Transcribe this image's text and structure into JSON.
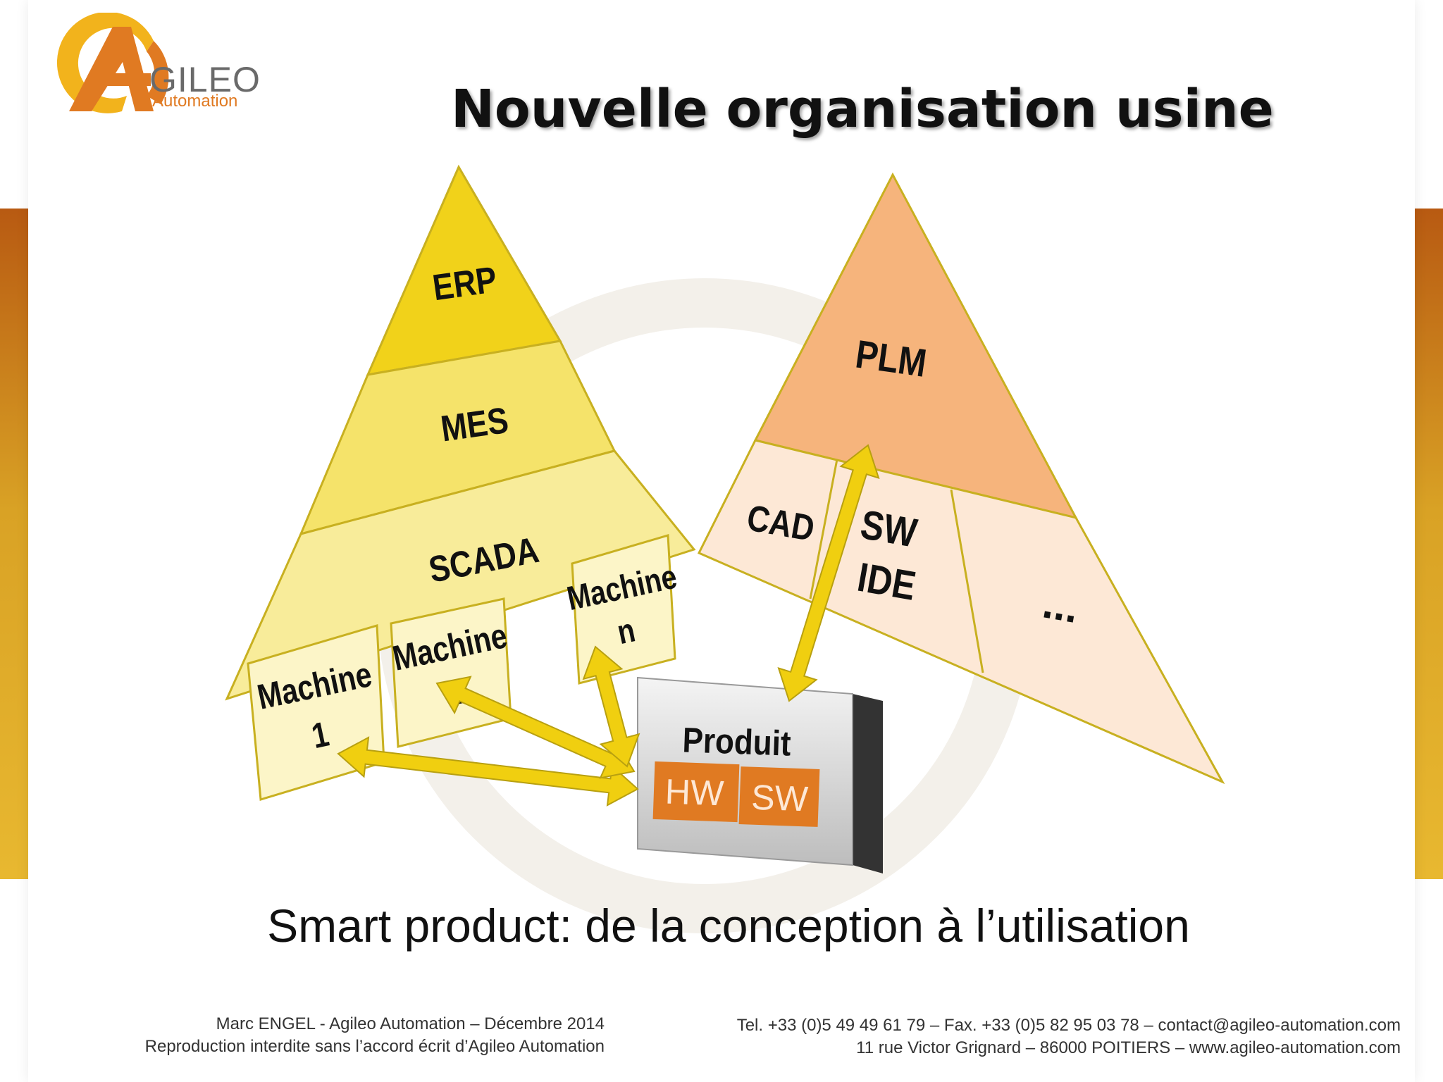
{
  "logo": {
    "name": "GILEO",
    "subtitle": "Automation",
    "colors": {
      "orange": "#e07a22",
      "yellow": "#f2b31c",
      "gray": "#6a6a6a"
    }
  },
  "title": "Nouvelle organisation usine",
  "production_pyramid": {
    "layers": [
      "ERP",
      "MES",
      "SCADA"
    ],
    "machines": [
      {
        "line1": "Machine",
        "line2": "1"
      },
      {
        "line1": "Machine",
        "line2": "2"
      },
      {
        "line1": "Machine",
        "line2": "n"
      }
    ],
    "colors": {
      "top": "#f1d21a",
      "middle": "#f5e36a",
      "bottom": "#f8ec9a",
      "machine": "#fcf5c8",
      "border": "#c8b020"
    }
  },
  "design_pyramid": {
    "top": "PLM",
    "cells": [
      {
        "line1": "CAD",
        "line2": ""
      },
      {
        "line1": "SW",
        "line2": "IDE"
      },
      {
        "line1": "...",
        "line2": ""
      }
    ],
    "colors": {
      "top": "#f6b47c",
      "cells": "#fde8d6",
      "border": "#c8b020"
    }
  },
  "product": {
    "label": "Produit",
    "parts": [
      "HW",
      "SW"
    ],
    "colors": {
      "part": "#e07a22",
      "box": "#d8d8d8"
    }
  },
  "arrow_color": "#f0cf10",
  "subtitle": "Smart product: de la conception à l’utilisation",
  "footer": {
    "left_line1": "Marc ENGEL - Agileo Automation – Décembre 2014",
    "left_line2": "Reproduction interdite sans l’accord écrit d’Agileo Automation",
    "right_line1": "Tel. +33 (0)5 49 49 61 79 – Fax. +33 (0)5 82 95 03 78 – contact@agileo-automation.com",
    "right_line2": "11 rue Victor Grignard – 86000 POITIERS – www.agileo-automation.com"
  }
}
